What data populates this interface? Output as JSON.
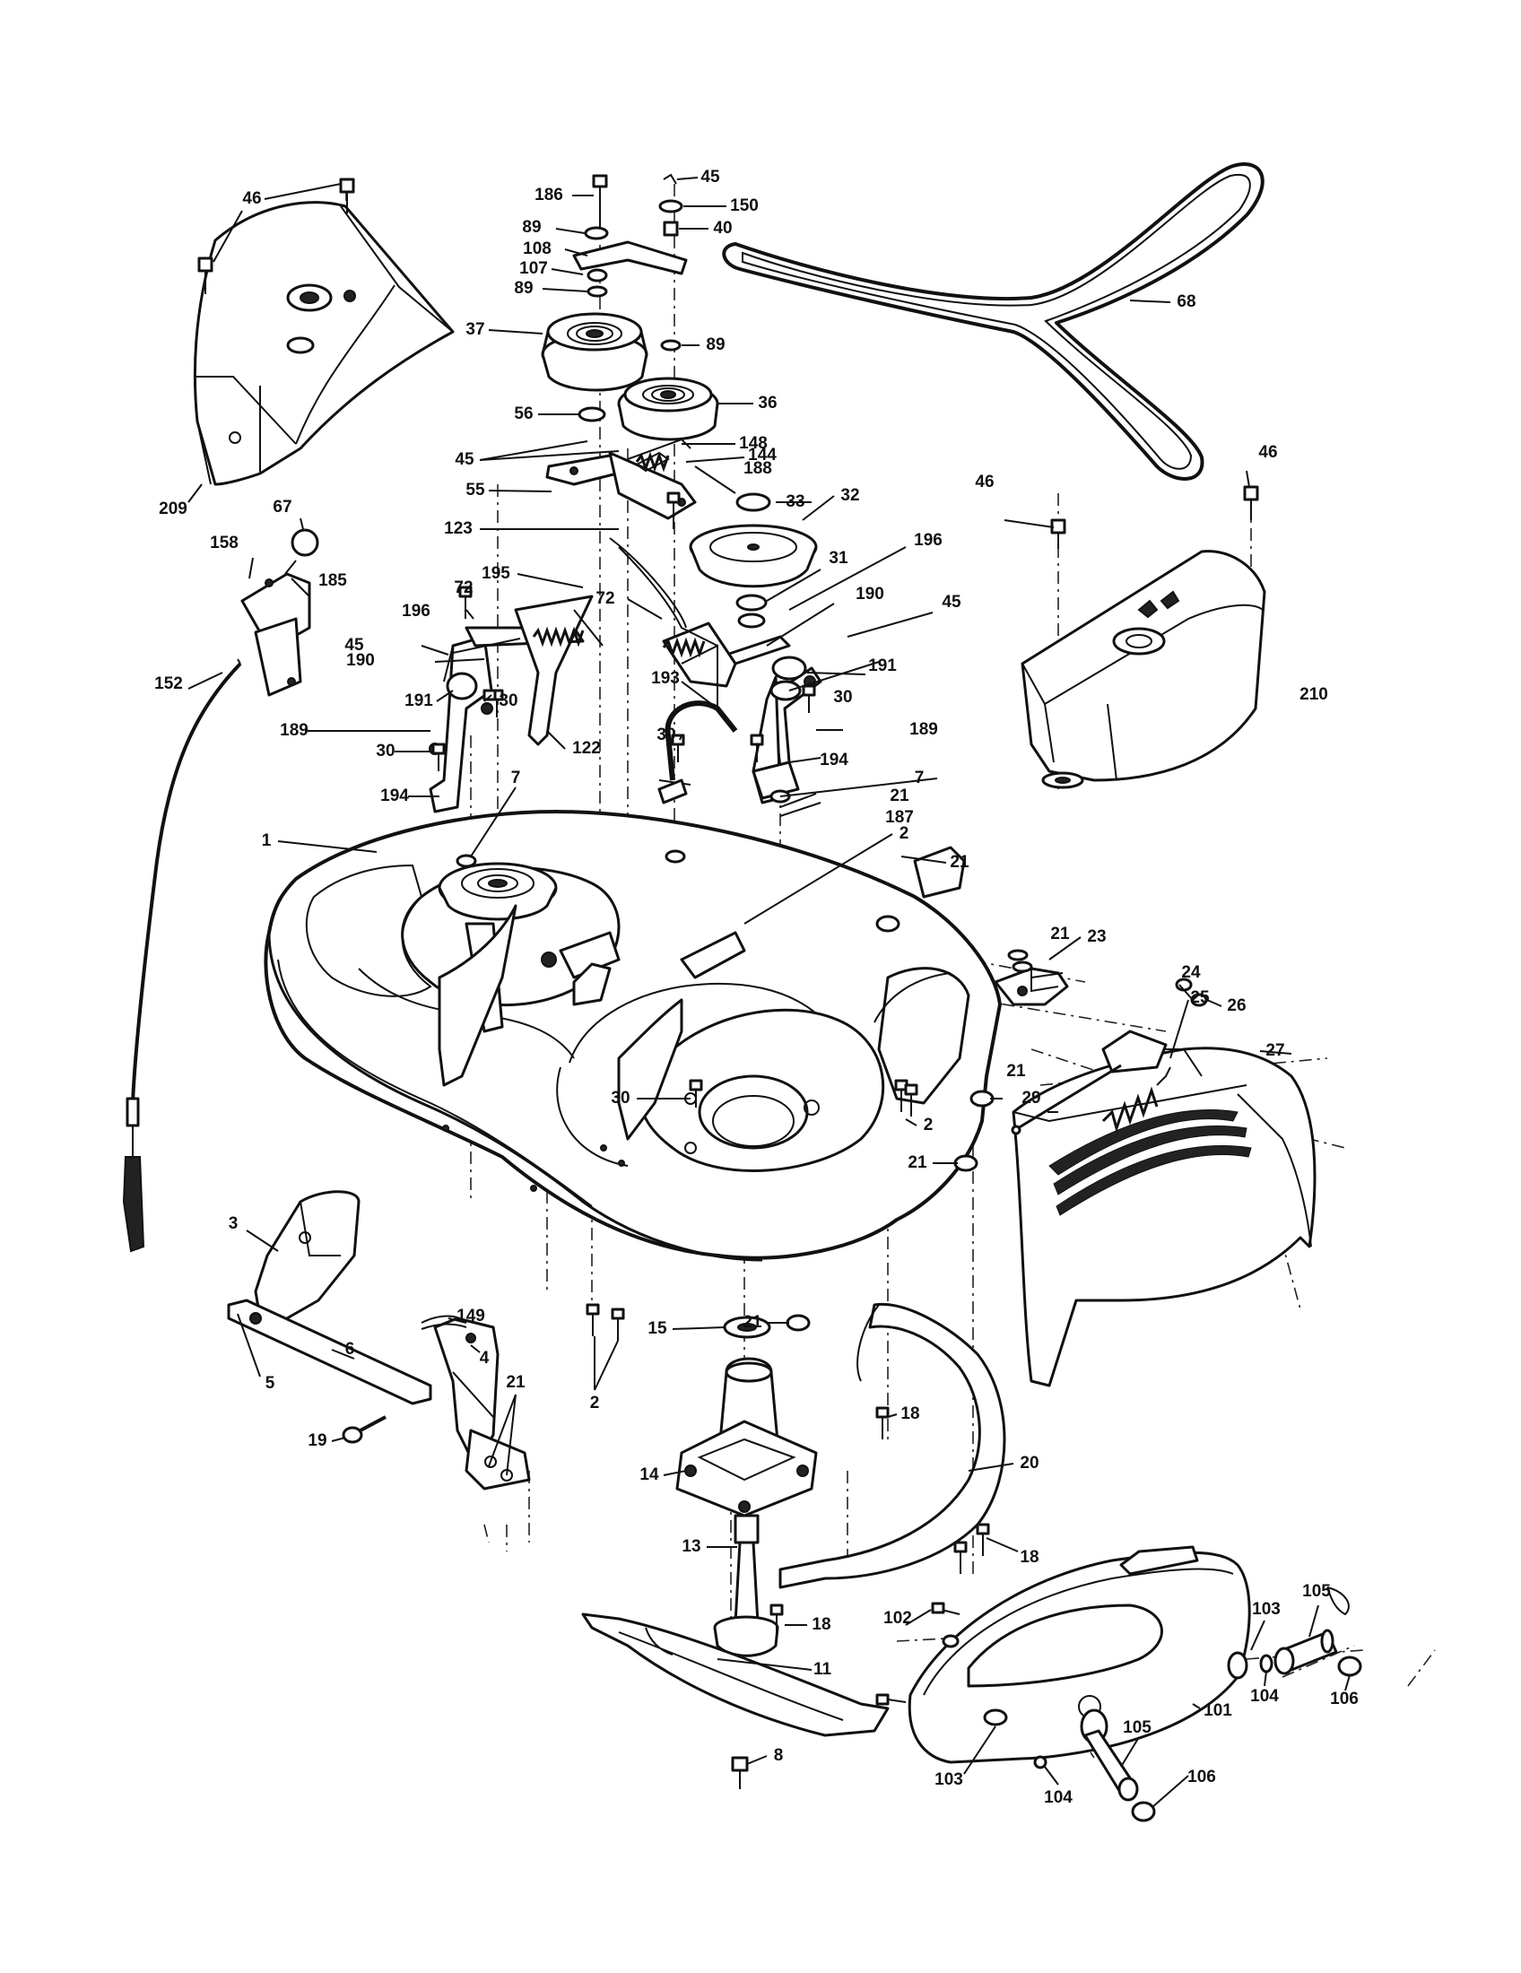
{
  "diagram": {
    "labels": [
      {
        "id": "l46a",
        "text": "46"
      },
      {
        "id": "l209",
        "text": "209"
      },
      {
        "id": "l186",
        "text": "186"
      },
      {
        "id": "l89a",
        "text": "89"
      },
      {
        "id": "l108",
        "text": "108"
      },
      {
        "id": "l107",
        "text": "107"
      },
      {
        "id": "l89b",
        "text": "89"
      },
      {
        "id": "l37",
        "text": "37"
      },
      {
        "id": "l56",
        "text": "56"
      },
      {
        "id": "l45a",
        "text": "45"
      },
      {
        "id": "l150",
        "text": "150"
      },
      {
        "id": "l40",
        "text": "40"
      },
      {
        "id": "l89c",
        "text": "89"
      },
      {
        "id": "l36",
        "text": "36"
      },
      {
        "id": "l68",
        "text": "68"
      },
      {
        "id": "l45b",
        "text": "45"
      },
      {
        "id": "l148",
        "text": "148"
      },
      {
        "id": "l144",
        "text": "144"
      },
      {
        "id": "l55",
        "text": "55"
      },
      {
        "id": "l188",
        "text": "188"
      },
      {
        "id": "l33",
        "text": "33"
      },
      {
        "id": "l32",
        "text": "32"
      },
      {
        "id": "l123",
        "text": "123"
      },
      {
        "id": "l31",
        "text": "31"
      },
      {
        "id": "l196a",
        "text": "196"
      },
      {
        "id": "l46b",
        "text": "46"
      },
      {
        "id": "l46c",
        "text": "46"
      },
      {
        "id": "l67",
        "text": "67"
      },
      {
        "id": "l158",
        "text": "158"
      },
      {
        "id": "l185",
        "text": "185"
      },
      {
        "id": "l195",
        "text": "195"
      },
      {
        "id": "l72a",
        "text": "72"
      },
      {
        "id": "l72b",
        "text": "72"
      },
      {
        "id": "l196b",
        "text": "196"
      },
      {
        "id": "l190a",
        "text": "190"
      },
      {
        "id": "l45c",
        "text": "45"
      },
      {
        "id": "l45d",
        "text": "45"
      },
      {
        "id": "l190b",
        "text": "190"
      },
      {
        "id": "l191a",
        "text": "191"
      },
      {
        "id": "l191b",
        "text": "191"
      },
      {
        "id": "l193",
        "text": "193"
      },
      {
        "id": "l30a",
        "text": "30"
      },
      {
        "id": "l30b",
        "text": "30"
      },
      {
        "id": "l210",
        "text": "210"
      },
      {
        "id": "l152",
        "text": "152"
      },
      {
        "id": "l189a",
        "text": "189"
      },
      {
        "id": "l30c",
        "text": "30"
      },
      {
        "id": "l122",
        "text": "122"
      },
      {
        "id": "l30d",
        "text": "30"
      },
      {
        "id": "l189b",
        "text": "189"
      },
      {
        "id": "l194a",
        "text": "194"
      },
      {
        "id": "l194b",
        "text": "194"
      },
      {
        "id": "l7a",
        "text": "7"
      },
      {
        "id": "l7b",
        "text": "7"
      },
      {
        "id": "l21a",
        "text": "21"
      },
      {
        "id": "l187",
        "text": "187"
      },
      {
        "id": "l1",
        "text": "1"
      },
      {
        "id": "l2a",
        "text": "2"
      },
      {
        "id": "l21b",
        "text": "21"
      },
      {
        "id": "l21c",
        "text": "21"
      },
      {
        "id": "l23",
        "text": "23"
      },
      {
        "id": "l24",
        "text": "24"
      },
      {
        "id": "l25",
        "text": "25"
      },
      {
        "id": "l26",
        "text": "26"
      },
      {
        "id": "l27",
        "text": "27"
      },
      {
        "id": "l21d",
        "text": "21"
      },
      {
        "id": "l29",
        "text": "29"
      },
      {
        "id": "l30e",
        "text": "30"
      },
      {
        "id": "l2b",
        "text": "2"
      },
      {
        "id": "l21e",
        "text": "21"
      },
      {
        "id": "l3",
        "text": "3"
      },
      {
        "id": "l21f",
        "text": "21"
      },
      {
        "id": "l149",
        "text": "149"
      },
      {
        "id": "l15",
        "text": "15"
      },
      {
        "id": "l6",
        "text": "6"
      },
      {
        "id": "l4",
        "text": "4"
      },
      {
        "id": "l5",
        "text": "5"
      },
      {
        "id": "l21g",
        "text": "21"
      },
      {
        "id": "l2c",
        "text": "2"
      },
      {
        "id": "l18a",
        "text": "18"
      },
      {
        "id": "l19",
        "text": "19"
      },
      {
        "id": "l14",
        "text": "14"
      },
      {
        "id": "l20",
        "text": "20"
      },
      {
        "id": "l13",
        "text": "13"
      },
      {
        "id": "l18b",
        "text": "18"
      },
      {
        "id": "l18c",
        "text": "18"
      },
      {
        "id": "l105a",
        "text": "105"
      },
      {
        "id": "l103a",
        "text": "103"
      },
      {
        "id": "l102",
        "text": "102"
      },
      {
        "id": "l11",
        "text": "11"
      },
      {
        "id": "l104a",
        "text": "104"
      },
      {
        "id": "l106a",
        "text": "106"
      },
      {
        "id": "l101",
        "text": "101"
      },
      {
        "id": "l105b",
        "text": "105"
      },
      {
        "id": "l8",
        "text": "8"
      },
      {
        "id": "l103b",
        "text": "103"
      },
      {
        "id": "l106b",
        "text": "106"
      },
      {
        "id": "l104b",
        "text": "104"
      }
    ]
  }
}
